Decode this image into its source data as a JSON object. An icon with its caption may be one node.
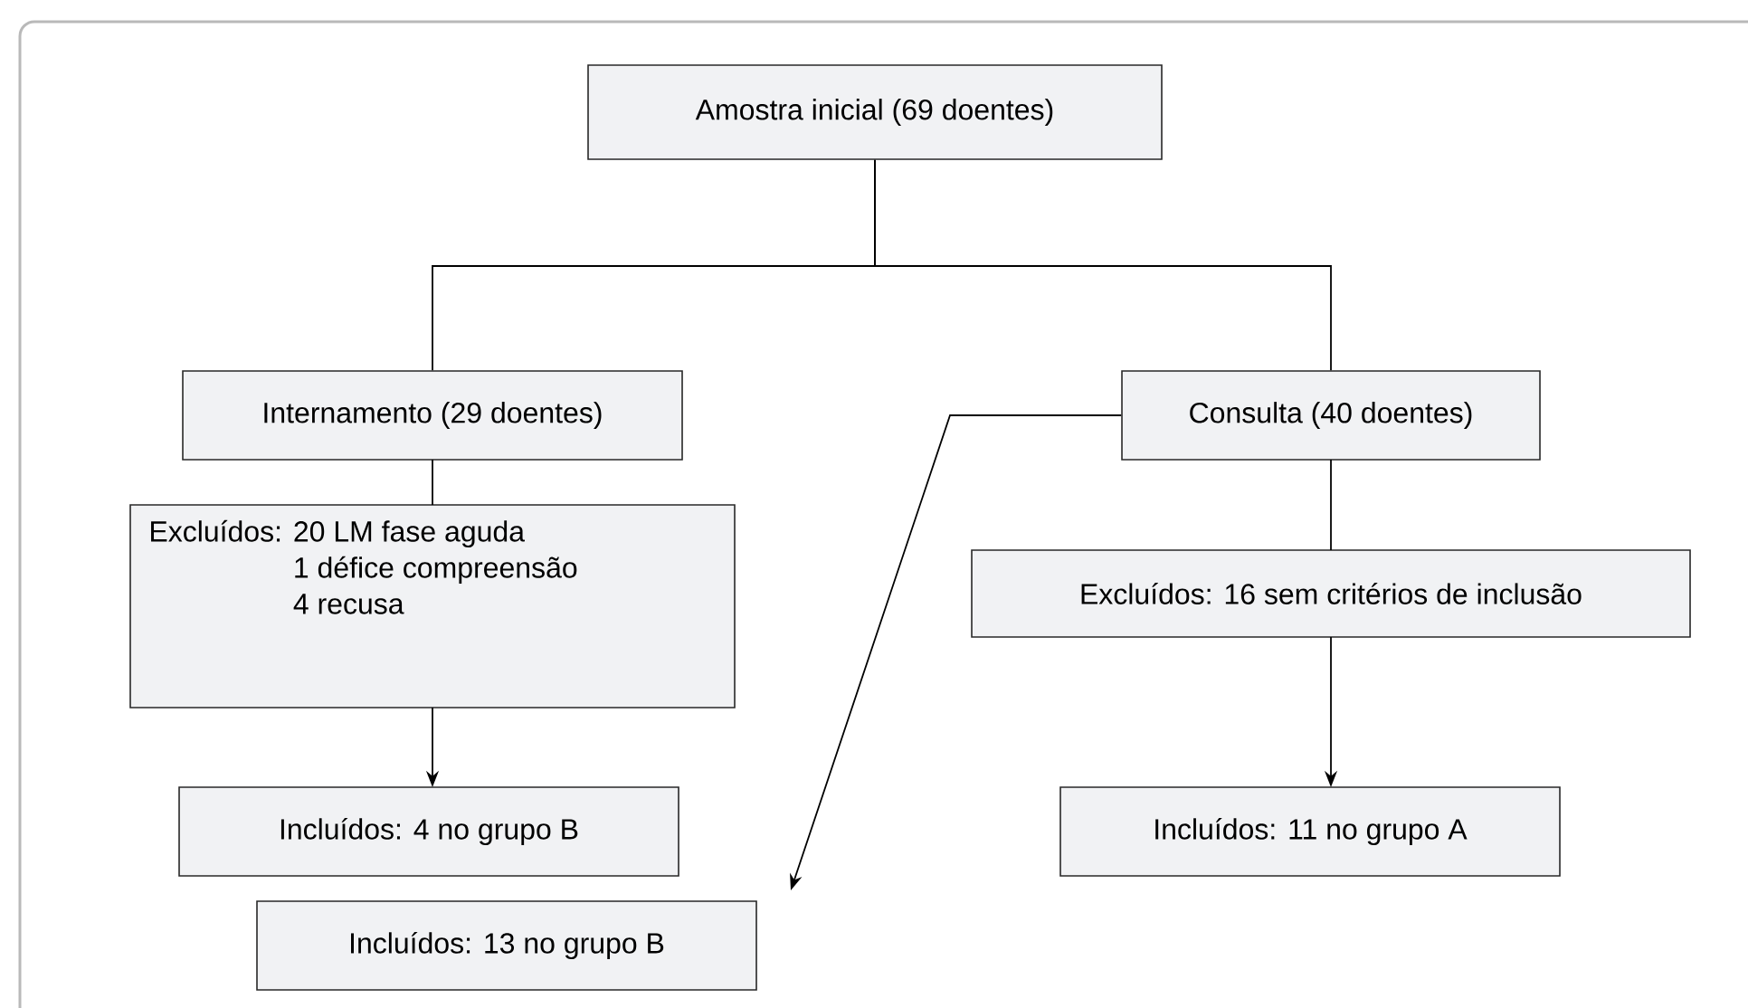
{
  "diagram": {
    "nodes": [
      {
        "text": [
          "Amostra inicial (69 doentes)"
        ]
      },
      {
        "text": [
          "Internamento (29 doentes)"
        ]
      },
      {
        "text": [
          "Consulta (40 doentes)"
        ]
      },
      {
        "text": [
          "Excluídos:",
          "20 LM fase aguda",
          "1 défice compreensão",
          "4 recusa"
        ]
      },
      {
        "text": [
          "Excluídos: 16 sem critérios de inclusão"
        ]
      },
      {
        "text": [
          "Incluídos: 4 no grupo B"
        ]
      },
      {
        "text": [
          "Incluídos: 11 no grupo A"
        ]
      },
      {
        "text": [
          "Incluídos: 13 no grupo B"
        ]
      }
    ],
    "edges": [
      {
        "from": 0,
        "to": 1,
        "arrow": "none"
      },
      {
        "from": 0,
        "to": 2,
        "arrow": "none"
      },
      {
        "from": 1,
        "to": 3,
        "arrow": "none"
      },
      {
        "from": 3,
        "to": 5,
        "arrow": "to"
      },
      {
        "from": 2,
        "to": 4,
        "arrow": "none"
      },
      {
        "from": 4,
        "to": 6,
        "arrow": "to"
      },
      {
        "from": 2,
        "to": 7,
        "arrow": "to"
      }
    ]
  }
}
